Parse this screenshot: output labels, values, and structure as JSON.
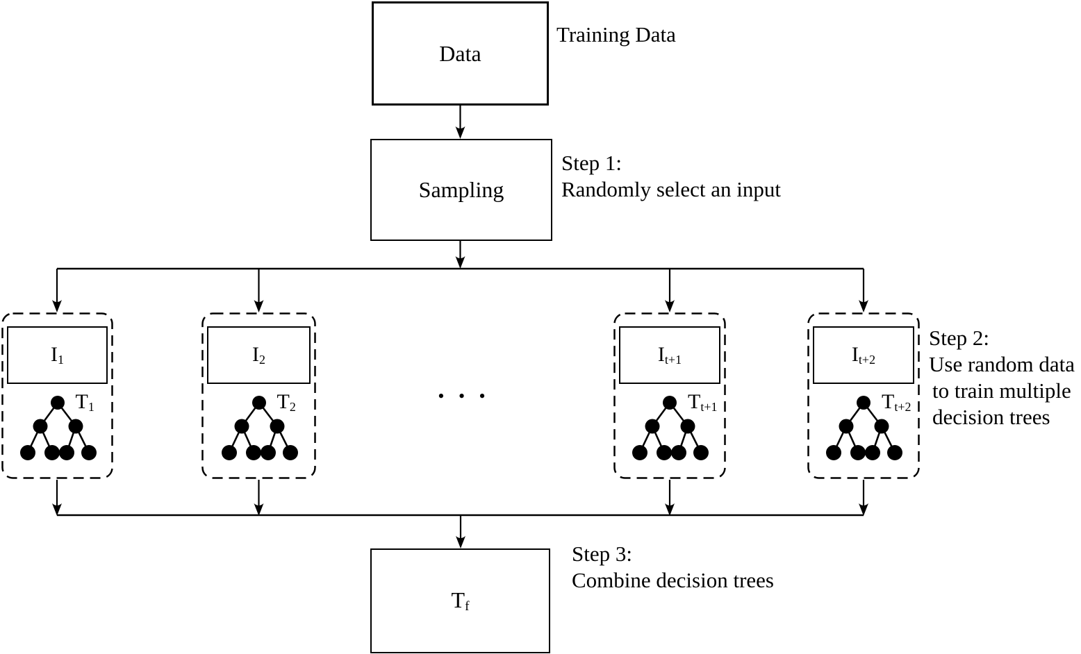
{
  "nodes": {
    "data": {
      "label": "Data"
    },
    "sampling": {
      "label": "Sampling"
    },
    "final": {
      "base": "T",
      "sub": "f"
    }
  },
  "annotations": {
    "training_data": "Training Data",
    "step1_title": "Step 1:",
    "step1_desc": "Randomly select an input",
    "step2_title": "Step 2:",
    "step2_line1": "Use random data",
    "step2_line2": "to train multiple",
    "step2_line3": "decision trees",
    "step3_title": "Step 3:",
    "step3_desc": "Combine decision trees"
  },
  "ellipsis": "• • •",
  "branches": [
    {
      "input_base": "I",
      "input_sub": "1",
      "tree_base": "T",
      "tree_sub": "1"
    },
    {
      "input_base": "I",
      "input_sub": "2",
      "tree_base": "T",
      "tree_sub": "2"
    },
    {
      "input_base": "I",
      "input_sub": "t+1",
      "tree_base": "T",
      "tree_sub": "t+1"
    },
    {
      "input_base": "I",
      "input_sub": "t+2",
      "tree_base": "T",
      "tree_sub": "t+2"
    }
  ],
  "colors": {
    "line": "#000000",
    "background": "#ffffff"
  }
}
